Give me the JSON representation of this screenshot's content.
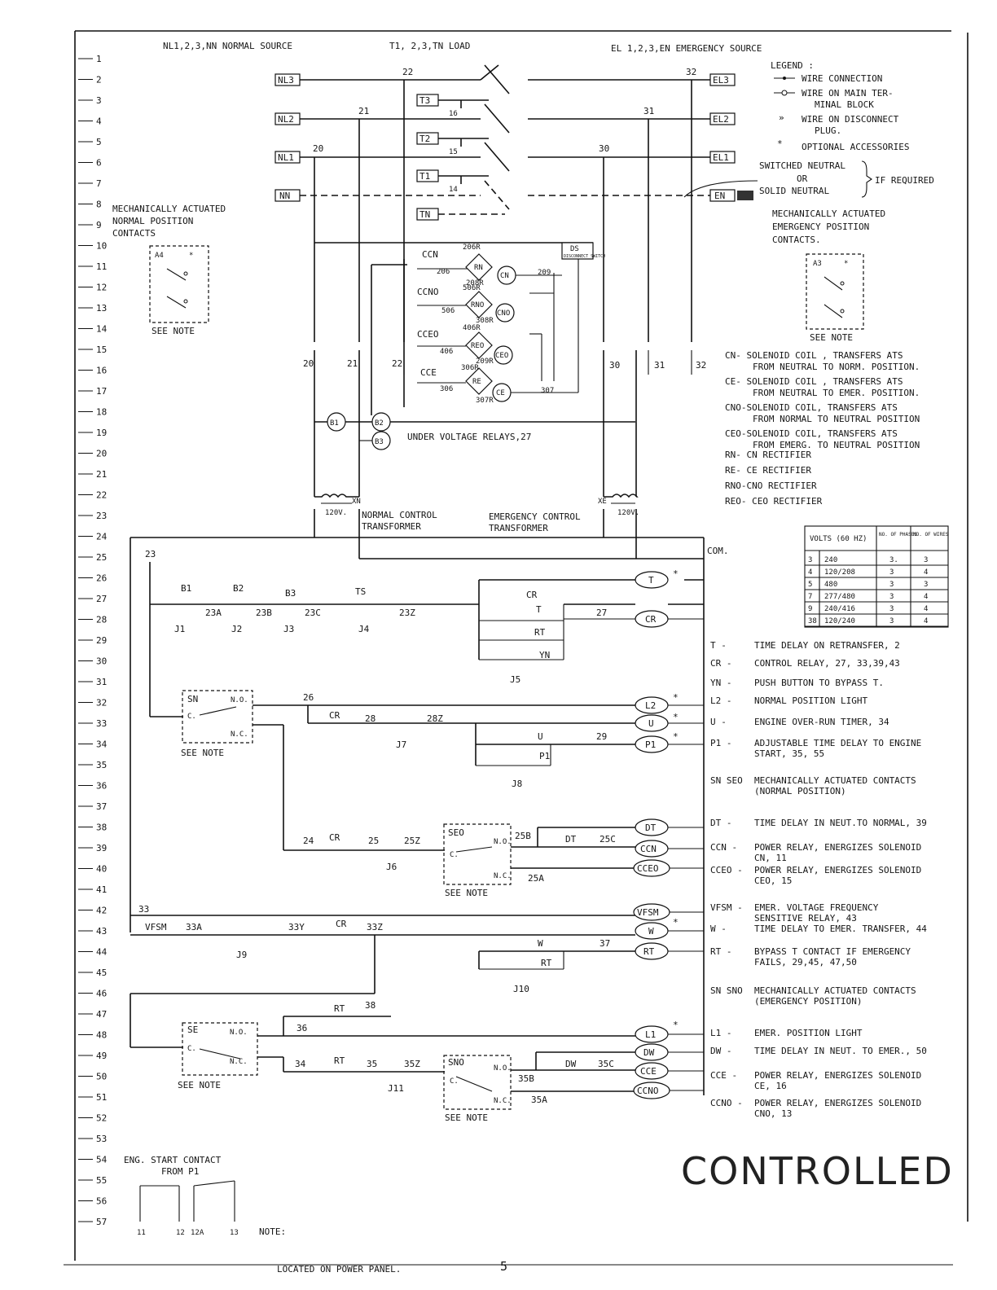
{
  "header": {
    "normal_source": "NL1,2,3,NN  NORMAL SOURCE",
    "load": "T1, 2,3,TN  LOAD",
    "emergency_source": "EL 1,2,3,EN  EMERGENCY  SOURCE"
  },
  "row_numbers": [
    "1",
    "2",
    "3",
    "4",
    "5",
    "6",
    "7",
    "8",
    "9",
    "10",
    "11",
    "12",
    "13",
    "14",
    "15",
    "16",
    "17",
    "18",
    "19",
    "20",
    "21",
    "22",
    "23",
    "24",
    "25",
    "26",
    "27",
    "28",
    "29",
    "30",
    "31",
    "32",
    "33",
    "34",
    "35",
    "36",
    "37",
    "38",
    "39",
    "40",
    "41",
    "42",
    "43",
    "44",
    "45",
    "46",
    "47",
    "48",
    "49",
    "50",
    "51",
    "52",
    "53",
    "54",
    "55",
    "56",
    "57"
  ],
  "power": {
    "normal_terminals": [
      "NL3",
      "NL2",
      "NL1",
      "NN"
    ],
    "load_terminals": [
      "T3",
      "T2",
      "T1",
      "TN"
    ],
    "emergency_terminals": [
      "EL3",
      "EL2",
      "EL1",
      "EN"
    ],
    "load_wire_numbers": [
      "16",
      "15",
      "14"
    ],
    "normal_node_numbers": [
      "22",
      "21",
      "20"
    ],
    "emergency_node_numbers": [
      "32",
      "31",
      "30"
    ]
  },
  "legend": {
    "title": "LEGEND :",
    "items": [
      "WIRE CONNECTION",
      "WIRE ON MAIN TER-",
      "MINAL BLOCK",
      "WIRE ON DISCONNECT",
      "PLUG.",
      "OPTIONAL ACCESSORIES"
    ],
    "optional_mark": "*"
  },
  "neutral_note": {
    "line1": "SWITCHED NEUTRAL",
    "line2": "OR",
    "line3": "SOLID NEUTRAL",
    "suffix": "IF REQUIRED"
  },
  "normal_contacts": {
    "title1": "MECHANICALLY ACTUATED",
    "title2": "NORMAL POSITION",
    "title3": "CONTACTS",
    "box": "A4",
    "mark": "*",
    "note": "SEE NOTE"
  },
  "emergency_contacts": {
    "title1": "MECHANICALLY ACTUATED",
    "title2": "EMERGENCY POSITION",
    "title3": "CONTACTS.",
    "box": "A3",
    "mark": "*",
    "note": "SEE NOTE"
  },
  "solenoids": {
    "ccn": "CCN",
    "ccno": "CCNO",
    "cceo": "CCEO",
    "cce": "CCE",
    "rn": "RN",
    "rno": "RNO",
    "reo": "REO",
    "re": "RE",
    "cn": "CN",
    "cno": "CNO",
    "ceo": "CEO",
    "ce": "CE",
    "ds": "DS",
    "ds_sub": "DISCONNECT SWITCH",
    "wires": [
      "206R",
      "206",
      "208R",
      "209",
      "506R",
      "506",
      "308R",
      "406R",
      "406",
      "209R",
      "306R",
      "306",
      "307R",
      "307"
    ]
  },
  "relays": {
    "b1": "B1",
    "b2": "B2",
    "b3": "B3",
    "label": "UNDER VOLTAGE RELAYS,27"
  },
  "transformers": {
    "xn": "XN",
    "xe": "XE",
    "volt": "120V.",
    "normal1": "NORMAL CONTROL",
    "normal2": "TRANSFORMER",
    "emerg1": "EMERGENCY CONTROL",
    "emerg2": "TRANSFORMER",
    "com": "COM."
  },
  "definitions_top": [
    {
      "k": "CN",
      "v": "- SOLENOID COIL , TRANSFERS ATS",
      "v2": "FROM NEUTRAL TO NORM. POSITION."
    },
    {
      "k": "CE",
      "v": "- SOLENOID COIL , TRANSFERS ATS",
      "v2": "FROM NEUTRAL TO EMER. POSITION."
    },
    {
      "k": "CNO",
      "v": "-SOLENOID COIL, TRANSFERS ATS",
      "v2": "FROM NORMAL TO NEUTRAL POSITION"
    },
    {
      "k": "CEO",
      "v": "-SOLENOID COIL, TRANSFERS ATS",
      "v2": "FROM EMERG. TO NEUTRAL POSITION"
    },
    {
      "k": "RN",
      "v": "- CN RECTIFIER",
      "v2": ""
    },
    {
      "k": "RE",
      "v": "- CE RECTIFIER",
      "v2": ""
    },
    {
      "k": "RNO",
      "v": "-CNO RECTIFIER",
      "v2": ""
    },
    {
      "k": "REO",
      "v": "- CEO RECTIFIER",
      "v2": ""
    }
  ],
  "volts_table": {
    "headers": [
      "VOLTS (60 HZ)",
      "NO. OF PHASES",
      "NO. OF WIRES"
    ],
    "rows": [
      [
        "3",
        "240",
        "3.",
        "3"
      ],
      [
        "4",
        "120/208",
        "3",
        "4"
      ],
      [
        "5",
        "480",
        "3",
        "3"
      ],
      [
        "7",
        "277/480",
        "3",
        "4"
      ],
      [
        "9",
        "240/416",
        "3",
        "4"
      ],
      [
        "38",
        "120/240",
        "3",
        "4"
      ]
    ]
  },
  "definitions_bottom": [
    {
      "k": "T -",
      "v": "TIME DELAY ON RETRANSFER, 2"
    },
    {
      "k": "CR -",
      "v": "CONTROL RELAY, 27, 33,39,43"
    },
    {
      "k": "YN -",
      "v": "PUSH BUTTON TO BYPASS T."
    },
    {
      "k": "L2 -",
      "v": "NORMAL  POSITION LIGHT"
    },
    {
      "k": "U -",
      "v": "ENGINE  OVER-RUN TIMER, 34"
    },
    {
      "k": "P1 -",
      "v": "ADJUSTABLE TIME DELAY TO ENGINE START, 35, 55"
    },
    {
      "k": "SN SEO",
      "v": "MECHANICALLY ACTUATED CONTACTS (NORMAL POSITION)"
    },
    {
      "k": "DT -",
      "v": "TIME DELAY IN NEUT.TO NORMAL, 39"
    },
    {
      "k": "CCN -",
      "v": "POWER RELAY, ENERGIZES SOLENOID CN, 11"
    },
    {
      "k": "CCEO -",
      "v": "POWER RELAY, ENERGIZES SOLENOID CEO, 15"
    },
    {
      "k": "VFSM -",
      "v": "EMER. VOLTAGE FREQUENCY SENSITIVE RELAY, 43"
    },
    {
      "k": "W -",
      "v": "TIME DELAY TO EMER. TRANSFER, 44"
    },
    {
      "k": "RT -",
      "v": "BYPASS T CONTACT IF EMERGENCY FAILS, 29,45, 47,50"
    },
    {
      "k": "SN SNO",
      "v": "MECHANICALLY ACTUATED CONTACTS (EMERGENCY POSITION)"
    },
    {
      "k": "L1 -",
      "v": "EMER. POSITION LIGHT"
    },
    {
      "k": "DW -",
      "v": "TIME DELAY IN NEUT. TO EMER., 50"
    },
    {
      "k": "CCE -",
      "v": "POWER RELAY, ENERGIZES SOLENOID CE, 16"
    },
    {
      "k": "CCNO -",
      "v": "POWER RELAY, ENERGIZES SOLENOID CNO, 13"
    }
  ],
  "ladder": {
    "n23": "23",
    "b1": "B1",
    "b2": "B2",
    "b3": "B3",
    "ts": "TS",
    "w23a": "23A",
    "w23b": "23B",
    "w23c": "23C",
    "w23z": "23Z",
    "j1": "J1",
    "j2": "J2",
    "j3": "J3",
    "j4": "J4",
    "j5": "J5",
    "cr": "CR",
    "t": "T",
    "rt": "RT",
    "yn": "YN",
    "w27": "27",
    "coil_t": "T",
    "coil_cr": "CR",
    "sn": "SN",
    "no": "N.O.",
    "nc": "N.C.",
    "c": "C.",
    "see_note": "SEE NOTE",
    "w26": "26",
    "w28": "28",
    "w28z": "28Z",
    "j7": "J7",
    "u": "U",
    "p1": "P1",
    "w29": "29",
    "j8": "J8",
    "coil_l2": "L2",
    "coil_u": "U",
    "coil_p1": "P1",
    "w24": "24",
    "w25": "25",
    "w25z": "25Z",
    "j6": "J6",
    "seo": "SEO",
    "w25b": "25B",
    "dt": "DT",
    "w25c": "25C",
    "w25a": "25A",
    "coil_dt": "DT",
    "coil_ccn": "CCN",
    "coil_cceo": "CCEO",
    "w33": "33",
    "vfsm": "VFSM",
    "w33a": "33A",
    "w33y": "33Y",
    "w33z": "33Z",
    "j9": "J9",
    "coil_vfsm": "VFSM",
    "coil_w": "W",
    "w": "W",
    "w37": "37",
    "coil_rt": "RT",
    "j10": "J10",
    "se": "SE",
    "w38": "38",
    "w36": "36",
    "w34": "34",
    "w35": "35",
    "w35z": "35Z",
    "j11": "J11",
    "sno": "SNO",
    "w35b": "35B",
    "w35a": "35A",
    "dw": "DW",
    "w35c": "35C",
    "coil_l1": "L1",
    "coil_dw": "DW",
    "coil_cce": "CCE",
    "coil_ccno": "CCNO"
  },
  "eng_start": {
    "title1": "ENG. START CONTACT",
    "title2": "FROM P1",
    "terms": [
      "11",
      "12",
      "12A",
      "13"
    ]
  },
  "footer": {
    "note": "NOTE:",
    "located": "LOCATED  ON  POWER  PANEL.",
    "page": "5",
    "stamp": "CONTROLLED"
  }
}
